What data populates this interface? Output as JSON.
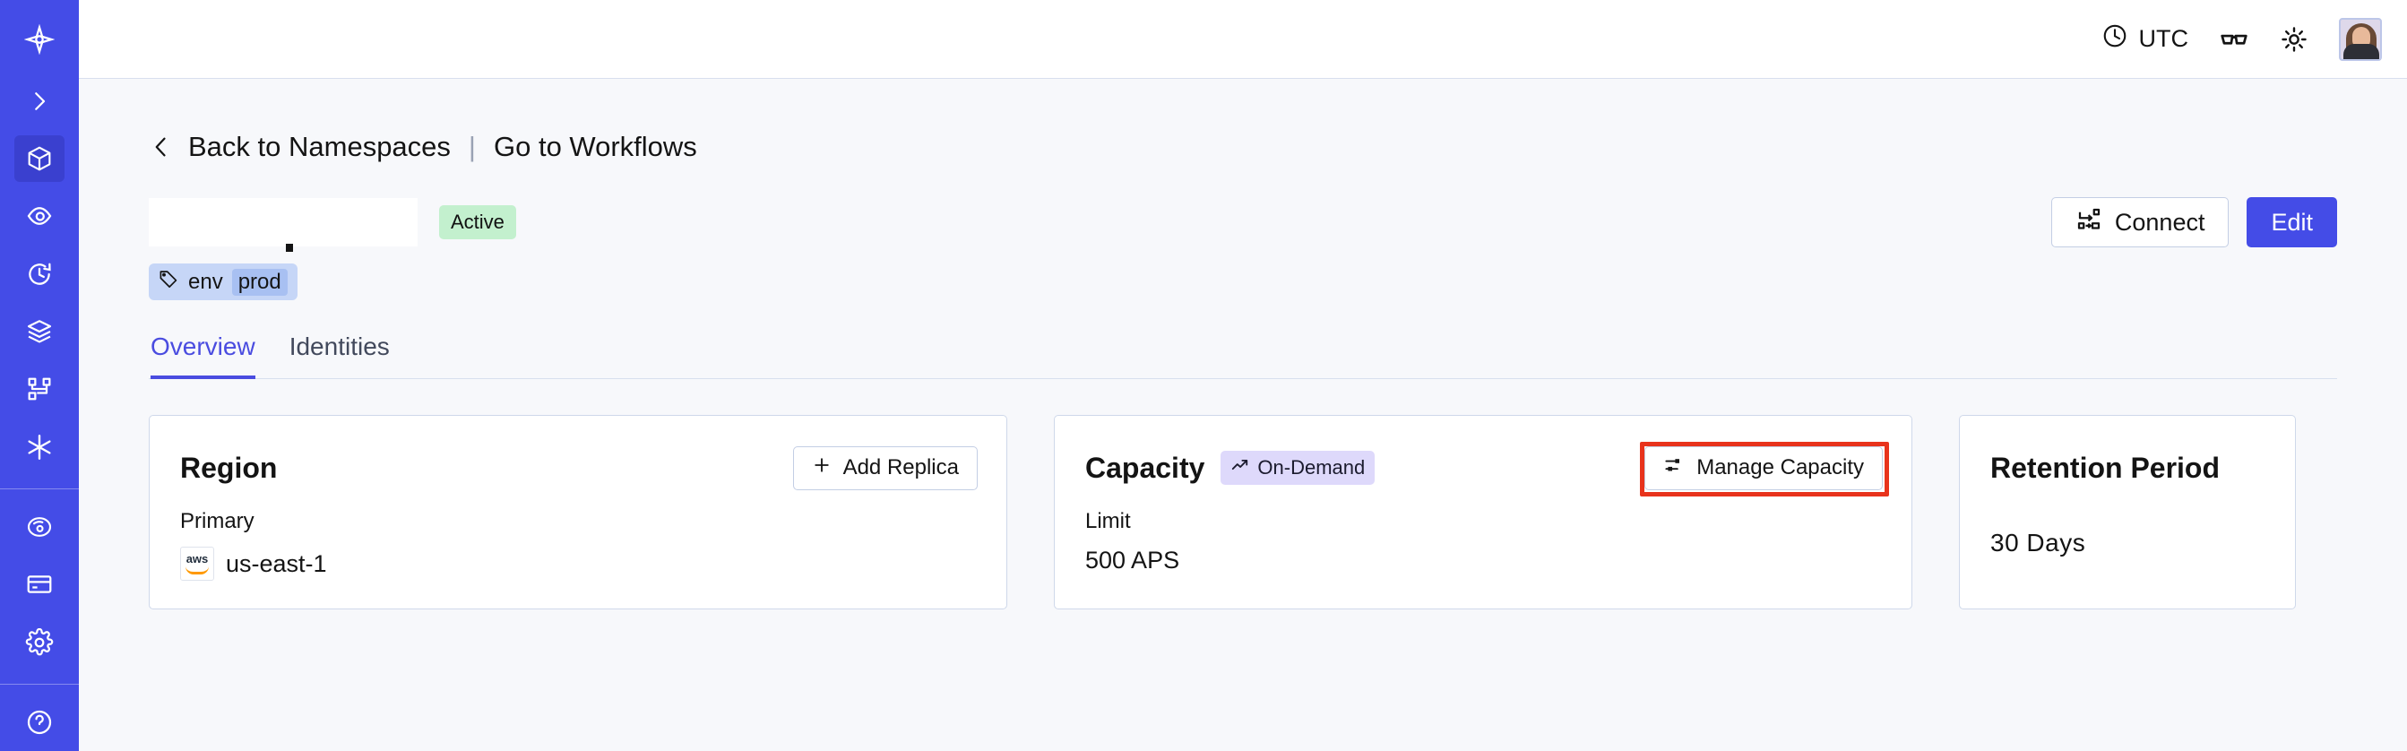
{
  "theme": {
    "sidebar_bg": "#444ce7",
    "sidebar_selected_bg": "#3a40cf",
    "accent": "#444ce7",
    "page_bg": "#f7f8fb",
    "card_border": "#cfd8ea",
    "active_badge_bg": "#c3f0ce",
    "ondemand_badge_bg": "#ded9fb",
    "tag_bg": "#c6d6f7",
    "tag_value_bg": "#a8c0f2",
    "highlight_red": "#e8331c"
  },
  "sidebar": {
    "logo": "temporal-logo-icon",
    "items": [
      {
        "icon": "chevron-right-icon",
        "name": "expand-sidebar",
        "selected": false
      },
      {
        "icon": "cube-icon",
        "name": "namespaces",
        "selected": true
      },
      {
        "icon": "eye-icon",
        "name": "observability",
        "selected": false
      },
      {
        "icon": "history-clock-icon",
        "name": "schedules",
        "selected": false
      },
      {
        "icon": "layers-icon",
        "name": "batch-operations",
        "selected": false
      },
      {
        "icon": "workflow-branch-icon",
        "name": "workflows",
        "selected": false
      },
      {
        "icon": "asterisk-icon",
        "name": "nexus",
        "selected": false
      }
    ],
    "footer_items": [
      {
        "icon": "globe-palette-icon",
        "name": "usage",
        "selected": false
      },
      {
        "icon": "credit-card-icon",
        "name": "billing",
        "selected": false
      },
      {
        "icon": "gear-icon",
        "name": "settings",
        "selected": false
      }
    ],
    "bottom_items": [
      {
        "icon": "help-circle-icon",
        "name": "help",
        "selected": false
      }
    ]
  },
  "topbar": {
    "timezone_icon": "clock-icon",
    "timezone": "UTC",
    "glasses_icon": "reading-glasses-icon",
    "theme_icon": "sun-icon",
    "avatar": "user-avatar"
  },
  "breadcrumb": {
    "back_icon": "chevron-left-icon",
    "back_label": "Back to Namespaces",
    "separator": "|",
    "forward_label": "Go to Workflows"
  },
  "namespace": {
    "name": "",
    "status": "Active",
    "tag": {
      "icon": "tag-icon",
      "key": "env",
      "value": "prod"
    },
    "connect_label": "Connect",
    "connect_icon": "connect-nodes-icon",
    "edit_label": "Edit"
  },
  "tabs": [
    {
      "label": "Overview",
      "active": true
    },
    {
      "label": "Identities",
      "active": false
    }
  ],
  "cards": {
    "region": {
      "title": "Region",
      "action_label": "Add Replica",
      "action_icon": "plus-icon",
      "label": "Primary",
      "provider_icon": "aws-logo",
      "value": "us-east-1"
    },
    "capacity": {
      "title": "Capacity",
      "badge_label": "On-Demand",
      "badge_icon": "trending-up-icon",
      "action_label": "Manage Capacity",
      "action_icon": "sliders-icon",
      "action_highlighted": true,
      "label": "Limit",
      "value": "500 APS"
    },
    "retention": {
      "title": "Retention Period",
      "value": "30 Days"
    }
  }
}
